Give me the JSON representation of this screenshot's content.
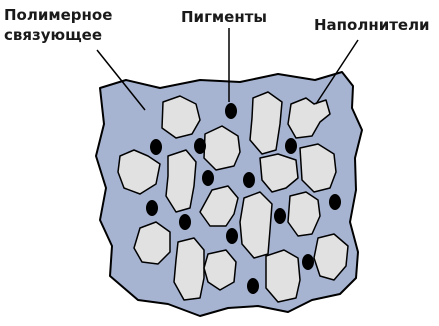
{
  "labels": {
    "binder": [
      "Полимерное",
      "связующее"
    ],
    "pigments": "Пигменты",
    "fillers": "Наполнители"
  },
  "colors": {
    "matrix": "#a6b4d2",
    "filler": "#e1e1e1",
    "pigment": "#000000",
    "outline": "#000000",
    "text": "#1a1a1a"
  }
}
